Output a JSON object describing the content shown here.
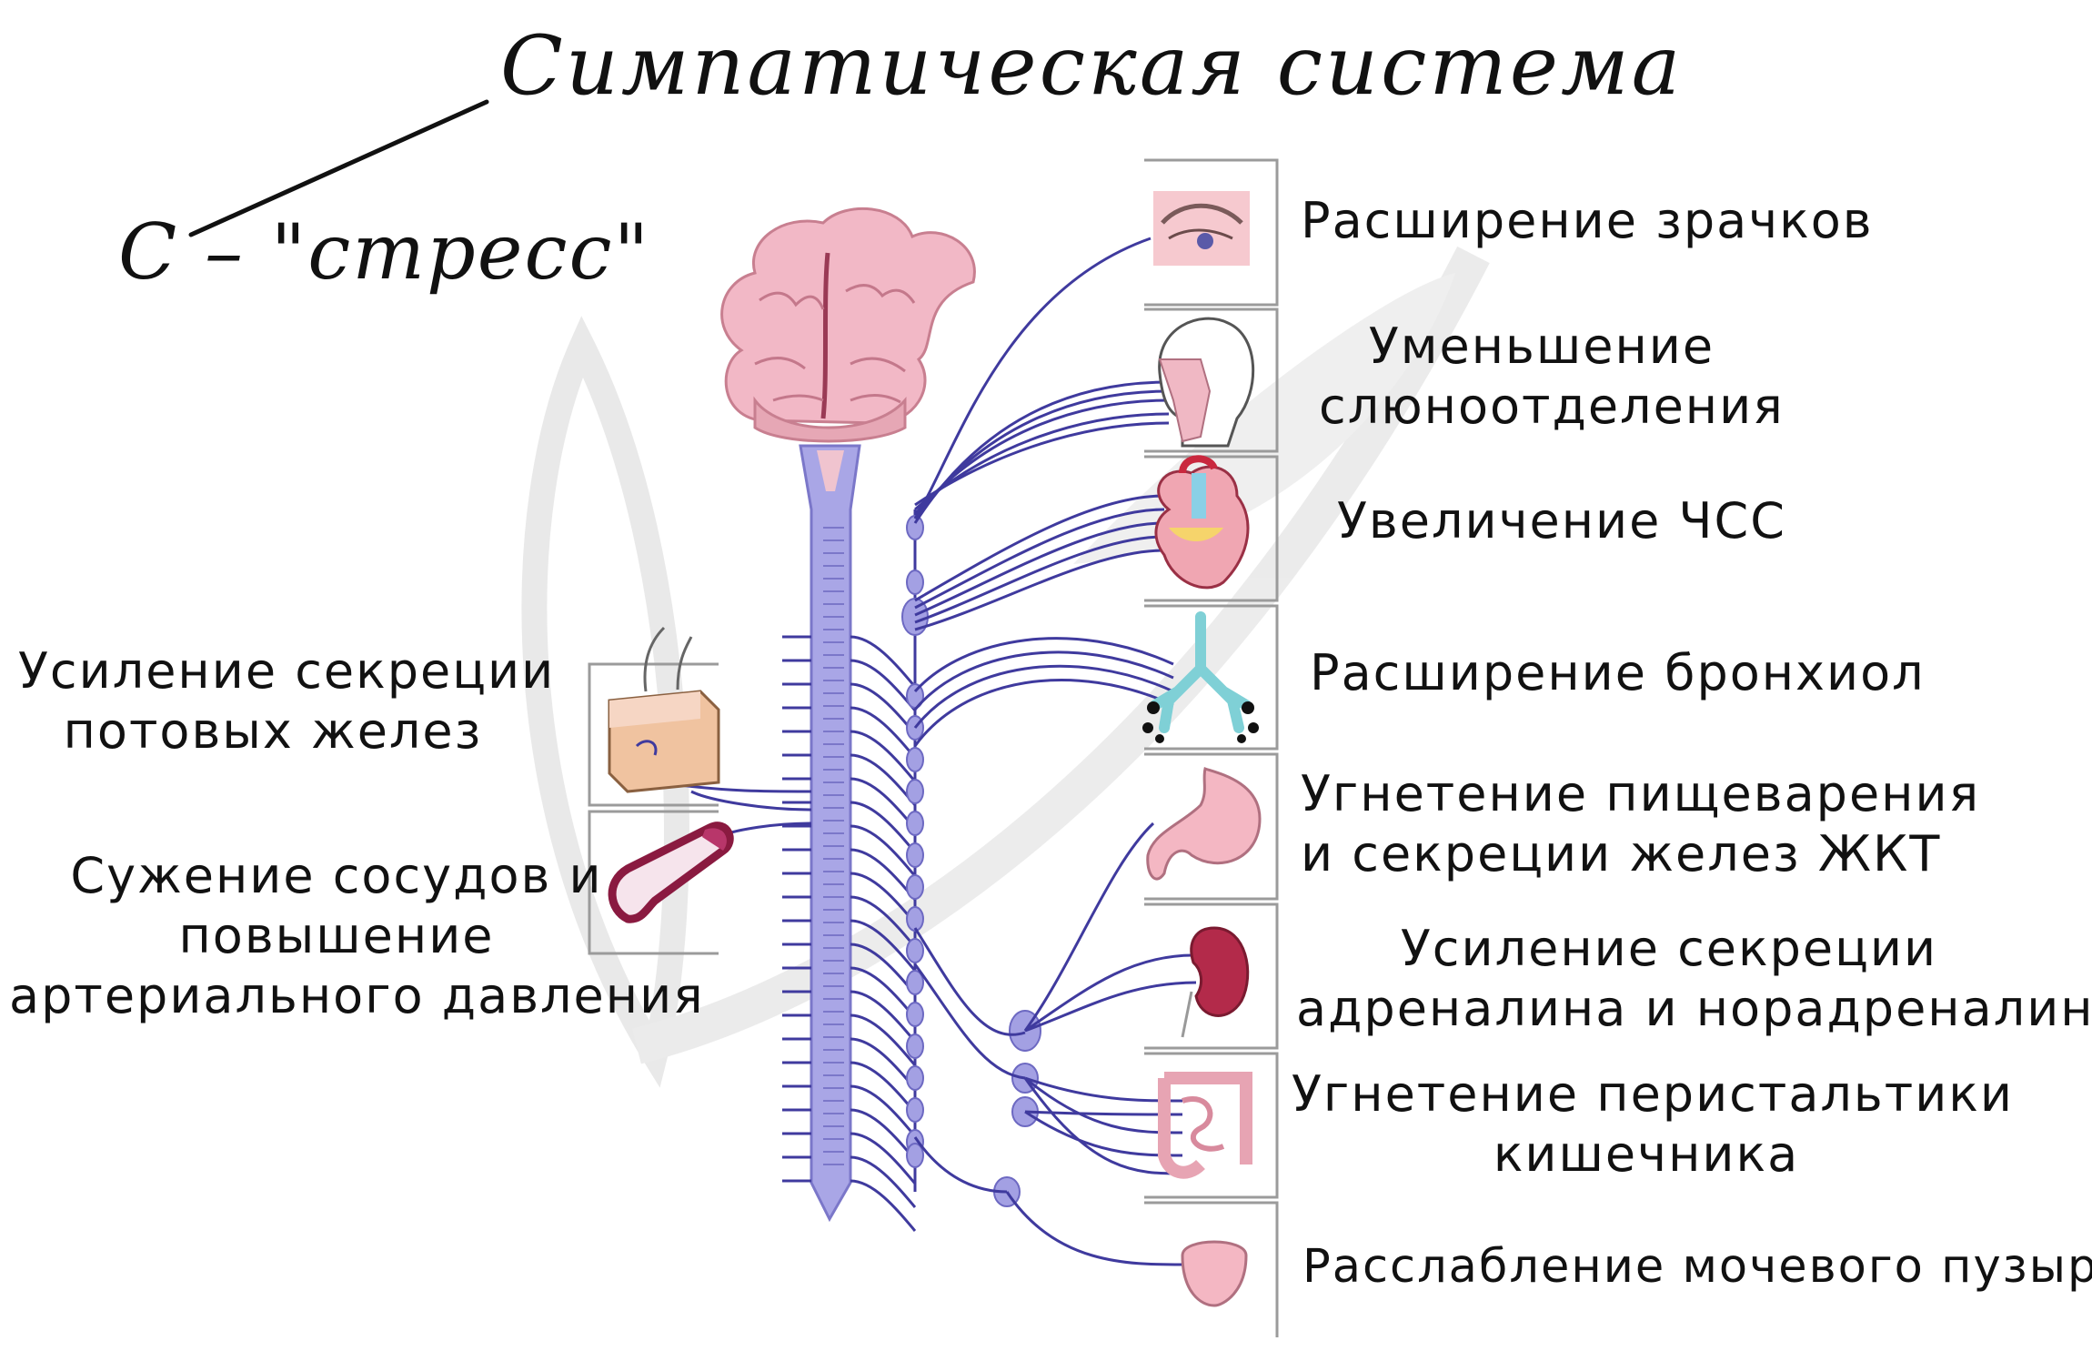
{
  "title": "Симпатическая система",
  "subtitle": "С – \"стресс\"",
  "effects_right": [
    {
      "id": "pupils",
      "lines": [
        "Расширение зрачков"
      ],
      "icon": "eye-icon"
    },
    {
      "id": "saliva",
      "lines": [
        "Уменьшение",
        "слюноотделения"
      ],
      "icon": "head-icon"
    },
    {
      "id": "heart",
      "lines": [
        "Увеличение ЧСС"
      ],
      "icon": "heart-icon"
    },
    {
      "id": "bronchi",
      "lines": [
        "Расширение бронхиол"
      ],
      "icon": "lungs-icon"
    },
    {
      "id": "digestion",
      "lines": [
        "Угнетение пищеварения",
        "и секреции желез ЖКТ"
      ],
      "icon": "stomach-icon"
    },
    {
      "id": "adrenal",
      "lines": [
        "Усиление секреции",
        "адреналина и норадреналина"
      ],
      "icon": "kidney-icon"
    },
    {
      "id": "intestine",
      "lines": [
        "Угнетение перистальтики",
        "кишечника"
      ],
      "icon": "intestine-icon"
    },
    {
      "id": "bladder",
      "lines": [
        "Расслабление мочевого пузыря"
      ],
      "icon": "bladder-icon"
    }
  ],
  "effects_left": [
    {
      "id": "sweat",
      "lines": [
        "Усиление секреции",
        "потовых желез"
      ],
      "icon": "skin-icon"
    },
    {
      "id": "vessels",
      "lines": [
        "Сужение сосудов и",
        "повышение",
        "артериального давления"
      ],
      "icon": "vessel-icon"
    }
  ],
  "colors": {
    "nerve": "#3f3a9e",
    "spinal_cord": "#a9a6e6",
    "ganglion": "#a3a0e3",
    "brain": "#f2b8c6",
    "organ": "#f4b7c3",
    "frame": "#9b9b9b",
    "watermark": "#d9d9d9"
  }
}
